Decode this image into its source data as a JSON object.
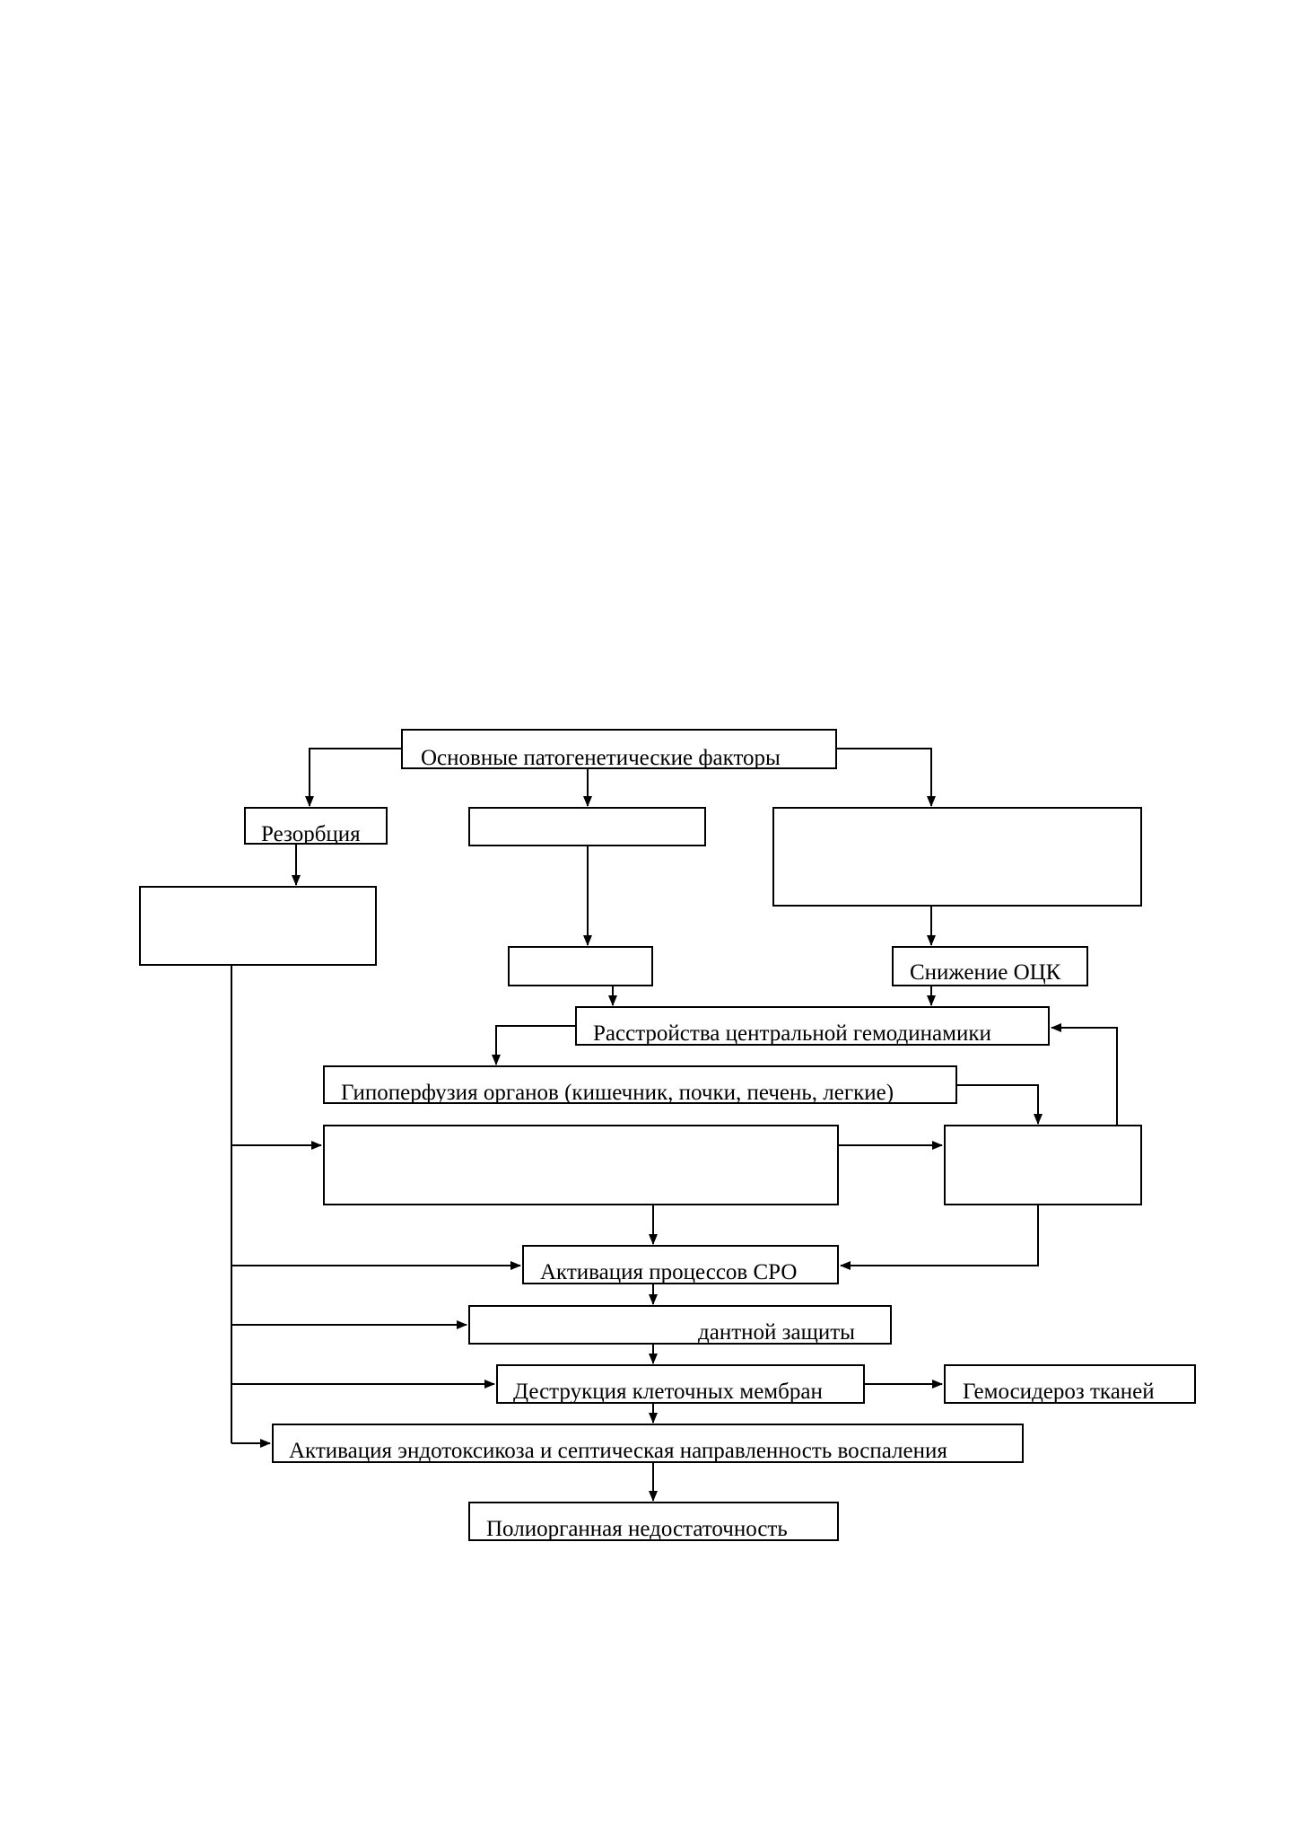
{
  "nodes": {
    "main_factors": "Основные патогенетические факторы",
    "resorption": "Резорбция",
    "bcc_reduction": "Снижение ОЦК",
    "central_hemodynamics": "Расстройства центральной гемодинамики",
    "hypoperfusion": "Гипоперфузия органов (кишечник, почки, печень, легкие)",
    "lpo_activation": "Активация процессов СРО",
    "antioxidant_partial": "дантной защиты",
    "membrane_destruction": "Деструкция клеточных мембран",
    "hemosiderosis": "Гемосидероз тканей",
    "endotoxicosis": "Активация эндотоксикоза и септическая направленность воспаления",
    "multiple_organ_failure": "Полиорганная недостаточность"
  }
}
